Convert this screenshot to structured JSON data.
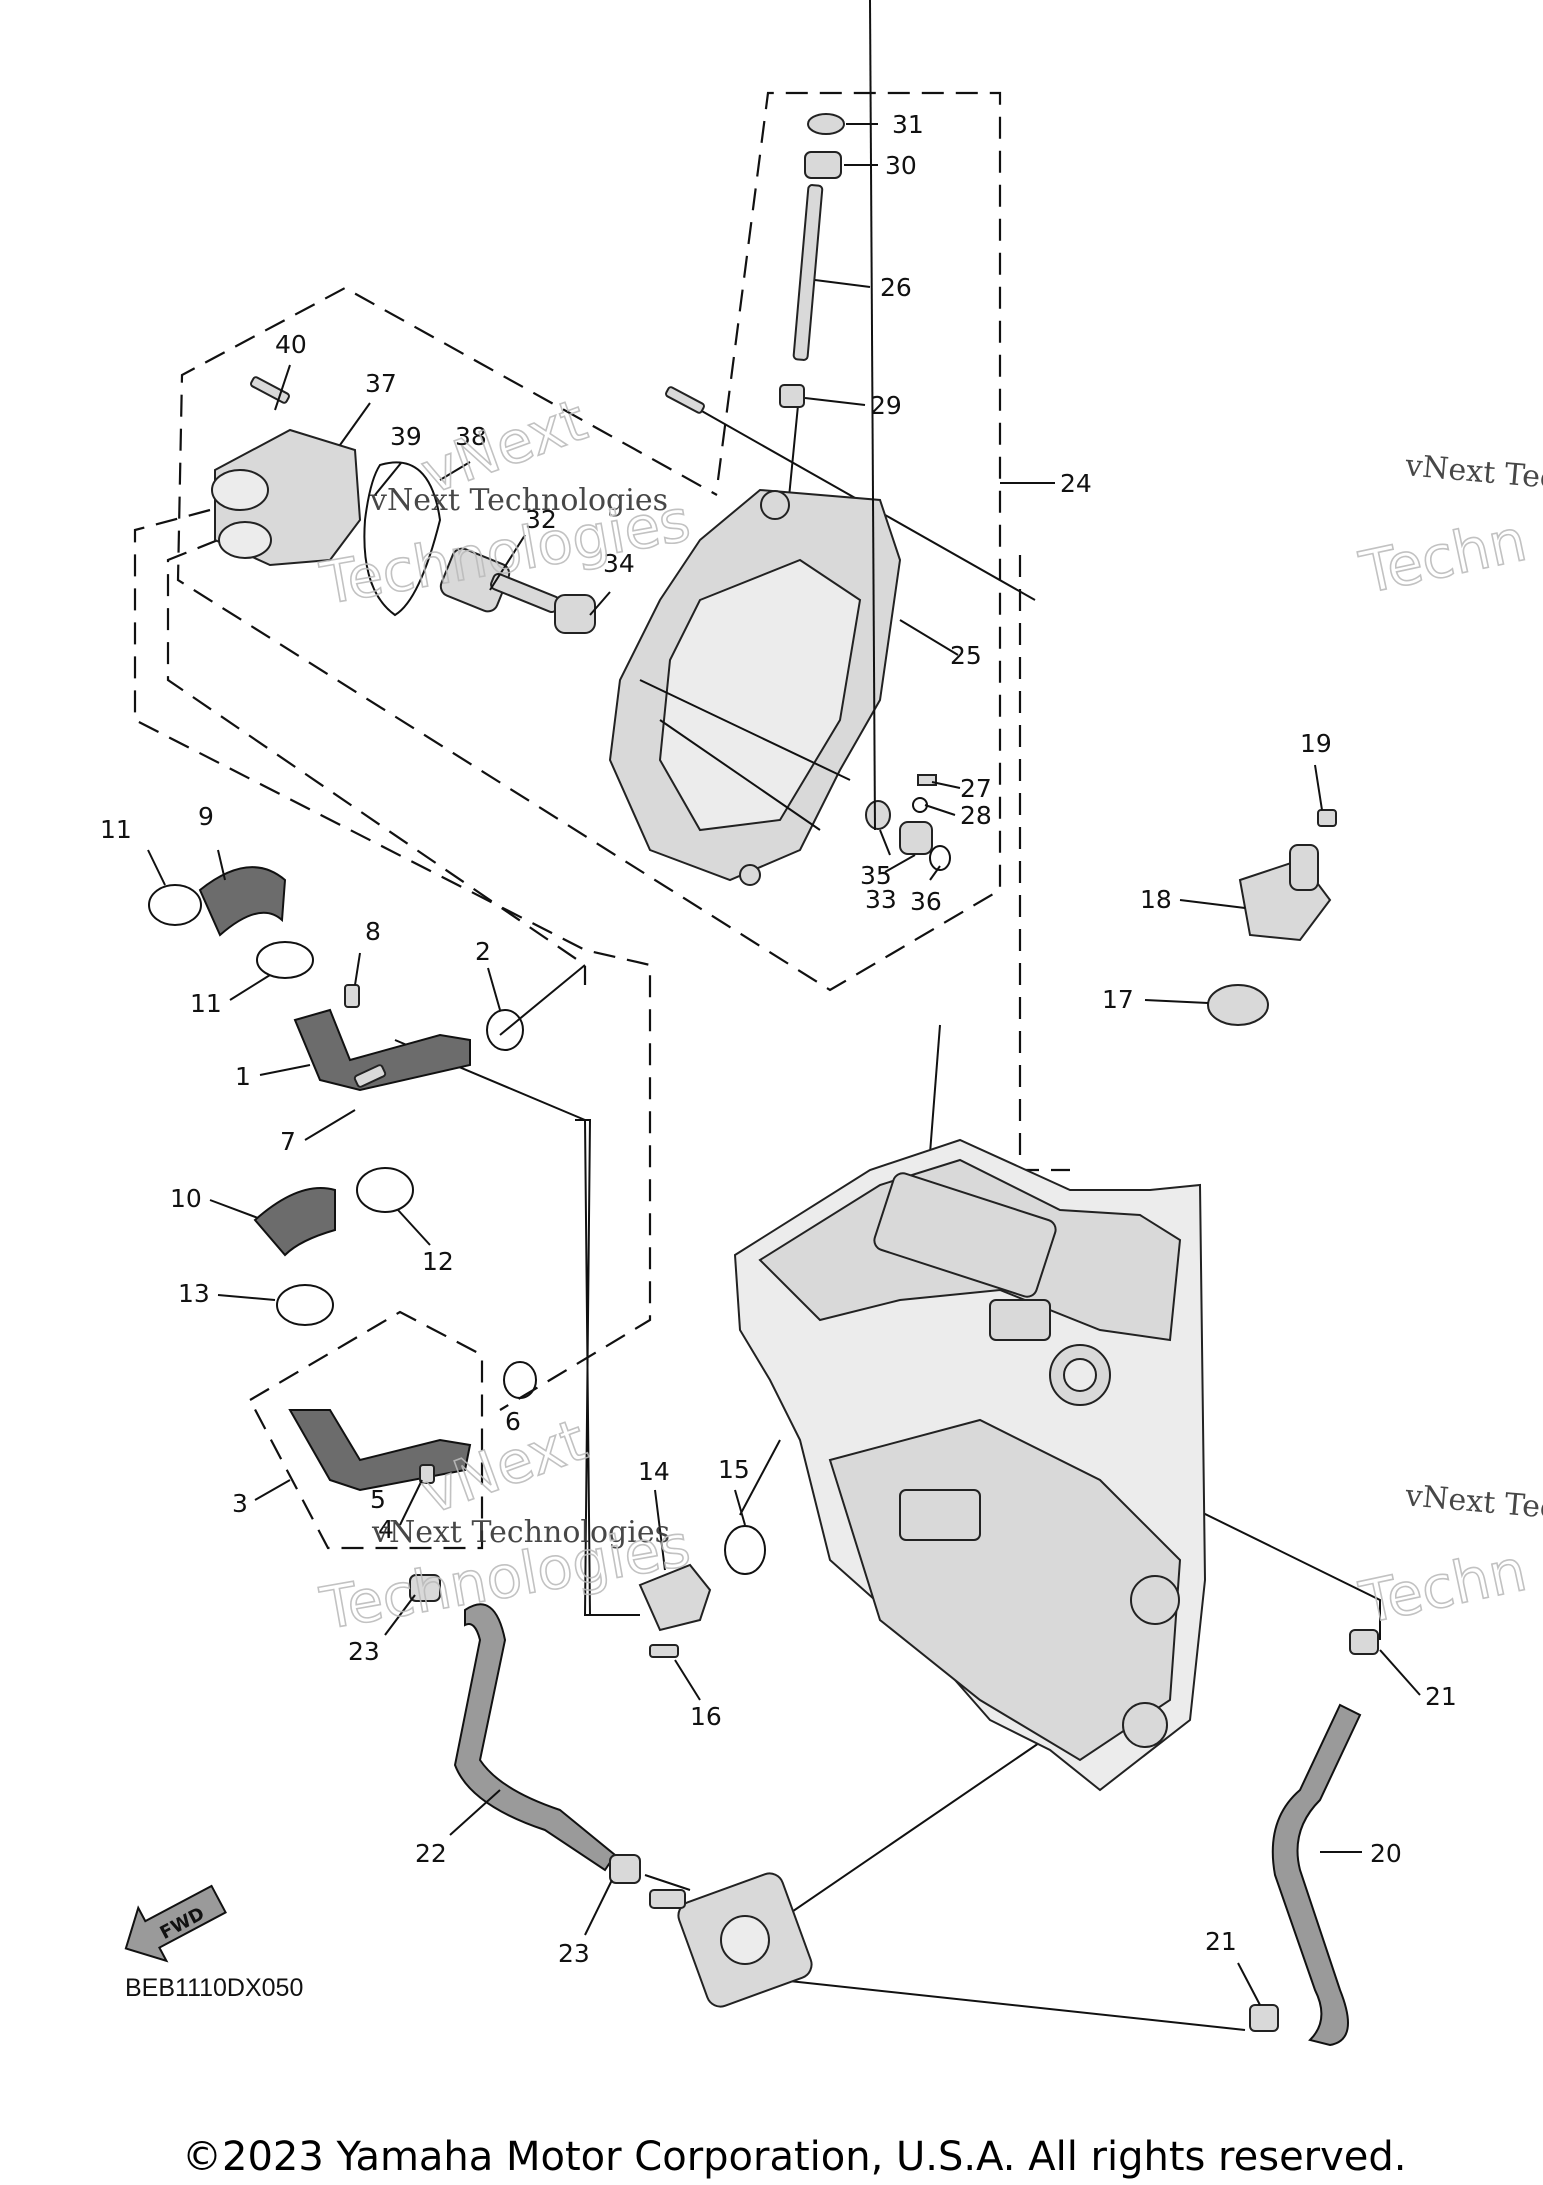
{
  "callouts": [
    {
      "id": "c1",
      "text": "1"
    },
    {
      "id": "c2",
      "text": "2"
    },
    {
      "id": "c3",
      "text": "3"
    },
    {
      "id": "c4",
      "text": "4"
    },
    {
      "id": "c5",
      "text": "5"
    },
    {
      "id": "c6",
      "text": "6"
    },
    {
      "id": "c7",
      "text": "7"
    },
    {
      "id": "c8",
      "text": "8"
    },
    {
      "id": "c9",
      "text": "9"
    },
    {
      "id": "c10",
      "text": "10"
    },
    {
      "id": "c11a",
      "text": "11"
    },
    {
      "id": "c11b",
      "text": "11"
    },
    {
      "id": "c12",
      "text": "12"
    },
    {
      "id": "c13",
      "text": "13"
    },
    {
      "id": "c14",
      "text": "14"
    },
    {
      "id": "c15",
      "text": "15"
    },
    {
      "id": "c16",
      "text": "16"
    },
    {
      "id": "c17",
      "text": "17"
    },
    {
      "id": "c18",
      "text": "18"
    },
    {
      "id": "c19",
      "text": "19"
    },
    {
      "id": "c20",
      "text": "20"
    },
    {
      "id": "c21a",
      "text": "21"
    },
    {
      "id": "c21b",
      "text": "21"
    },
    {
      "id": "c22",
      "text": "22"
    },
    {
      "id": "c23a",
      "text": "23"
    },
    {
      "id": "c23b",
      "text": "23"
    },
    {
      "id": "c24",
      "text": "24"
    },
    {
      "id": "c25",
      "text": "25"
    },
    {
      "id": "c26",
      "text": "26"
    },
    {
      "id": "c27",
      "text": "27"
    },
    {
      "id": "c28",
      "text": "28"
    },
    {
      "id": "c29",
      "text": "29"
    },
    {
      "id": "c30",
      "text": "30"
    },
    {
      "id": "c31",
      "text": "31"
    },
    {
      "id": "c32",
      "text": "32"
    },
    {
      "id": "c33",
      "text": "33"
    },
    {
      "id": "c34",
      "text": "34"
    },
    {
      "id": "c35",
      "text": "35"
    },
    {
      "id": "c36",
      "text": "36"
    },
    {
      "id": "c37",
      "text": "37"
    },
    {
      "id": "c38",
      "text": "38"
    },
    {
      "id": "c39",
      "text": "39"
    },
    {
      "id": "c40",
      "text": "40"
    }
  ],
  "watermark": {
    "company": "vNext Technologies",
    "brand_top": "vNext",
    "brand_bottom": "Technologies",
    "partial_company": "vNext Tec",
    "partial_bottom": "Techn"
  },
  "fwd_label": "FWD",
  "diagram_code": "BEB1110DX050",
  "copyright": "©2023 Yamaha Motor Corporation, U.S.A. All rights reserved."
}
